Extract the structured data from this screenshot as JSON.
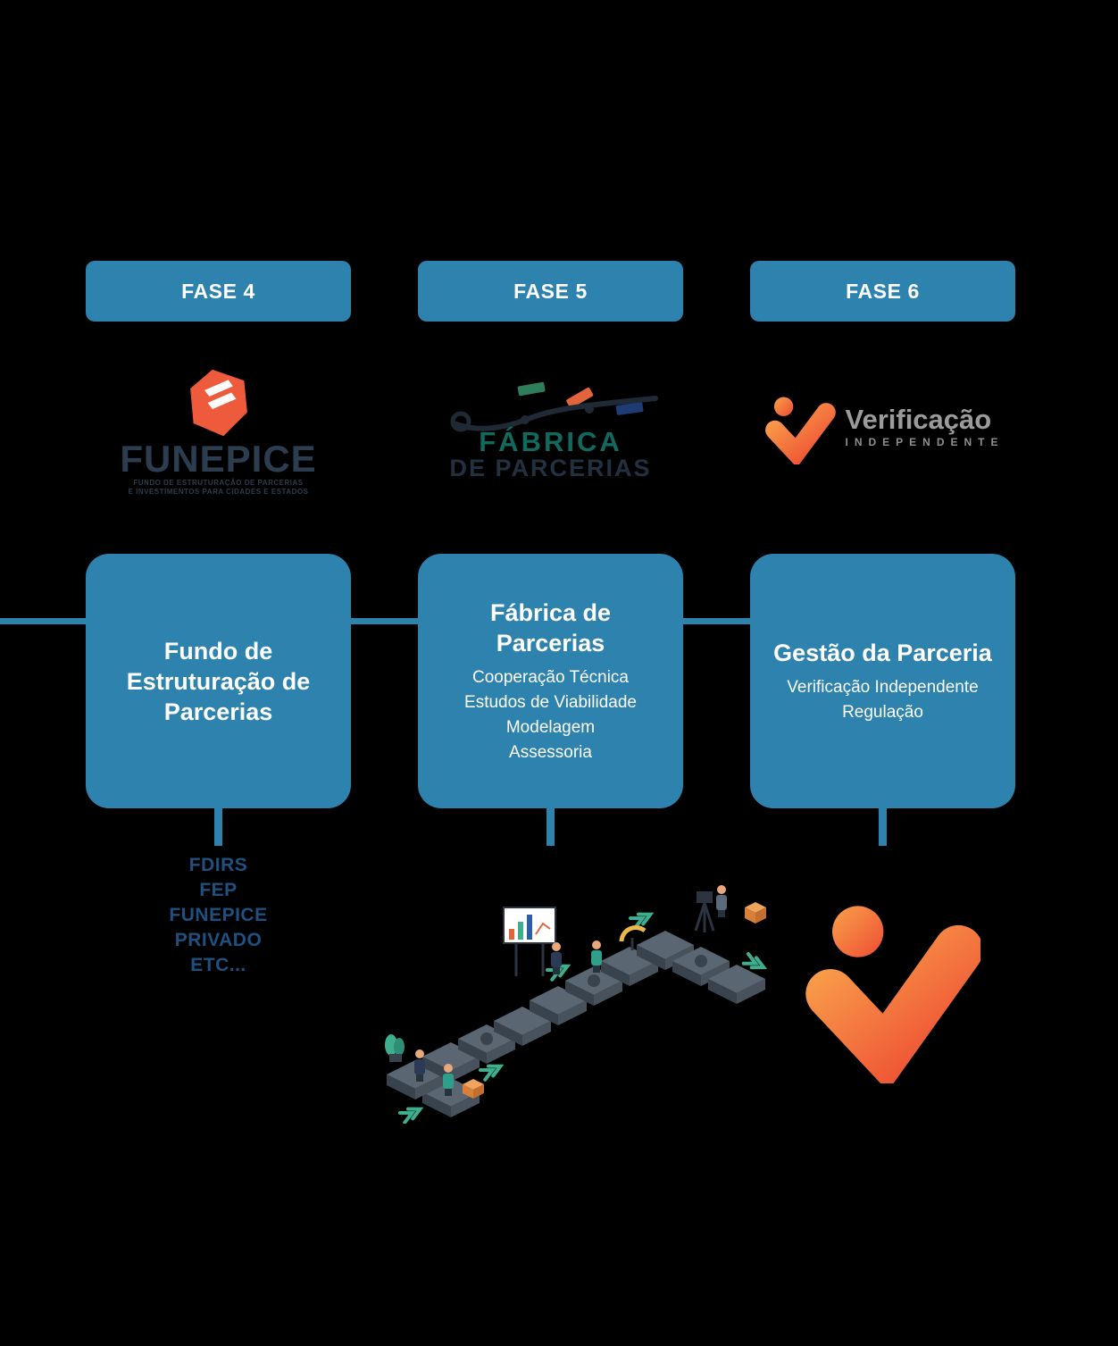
{
  "phases": [
    {
      "label": "FASE 4"
    },
    {
      "label": "FASE 5"
    },
    {
      "label": "FASE 6"
    }
  ],
  "logos": {
    "funepice": {
      "wordmark": "FUNEPICE",
      "tagline1": "FUNDO DE ESTRUTURAÇÃO DE PARCERIAS",
      "tagline2": "E INVESTIMENTOS PARA CIDADES E ESTADOS"
    },
    "fabrica": {
      "line1": "FÁBRICA",
      "line2": "DE PARCERIAS"
    },
    "verificacao": {
      "line1": "Verificação",
      "line2": "INDEPENDENTE"
    }
  },
  "cards": {
    "fundo": {
      "title": "Fundo de Estruturação de Parcerias"
    },
    "fabrica": {
      "title": "Fábrica de Parcerias",
      "items": [
        "Cooperação Técnica",
        "Estudos de Viabilidade",
        "Modelagem",
        "Assessoria"
      ]
    },
    "gestao": {
      "title": "Gestão da Parceria",
      "items": [
        "Verificação Independente",
        "Regulação"
      ]
    }
  },
  "funding_sources": [
    "FDIRS",
    "FEP",
    "FUNEPICE",
    "PRIVADO",
    "ETC..."
  ],
  "colors": {
    "phase_blue": "#2D82AE",
    "brand_orange": "#F05A3C",
    "navy_text": "#1E5180",
    "teal_accent": "#3FAE8F",
    "gray_text": "#9B9B9B"
  }
}
